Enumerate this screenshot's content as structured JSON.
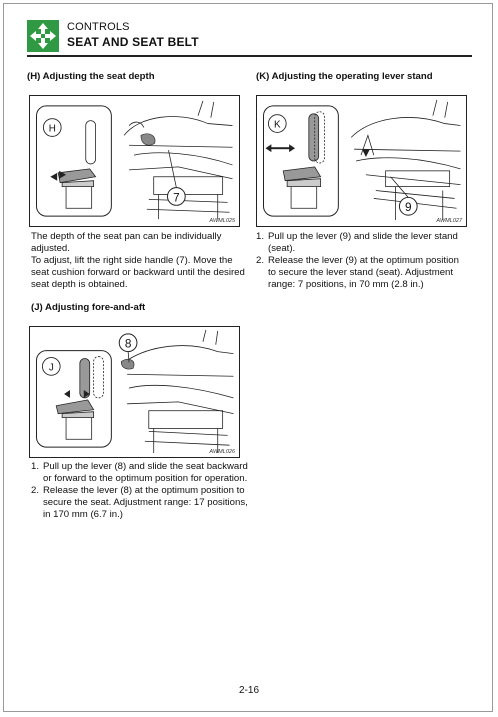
{
  "header": {
    "chapter": "CONTROLS",
    "section": "SEAT AND SEAT BELT",
    "icon": "controls-arrows-icon",
    "icon_color": "#2f9a43"
  },
  "sections": {
    "seat_depth": {
      "title": "(H) Adjusting the seat depth",
      "figure": {
        "letter": "H",
        "callout": "7",
        "code": "AWML025",
        "icon": "seat-depth-illustration"
      },
      "paragraphs": [
        "The depth of the seat pan can be individually adjusted.",
        "To adjust, lift the right side handle (7). Move the seat cushion forward or backward until the desired seat depth is obtained."
      ]
    },
    "lever_stand": {
      "title": "(K) Adjusting the operating lever stand",
      "figure": {
        "letter": "K",
        "callout": "9",
        "code": "AWML027",
        "icon": "lever-stand-illustration"
      },
      "steps": [
        "Pull up the lever (9) and slide the lever stand (seat).",
        "Release the lever (9) at the optimum position to secure the lever stand (seat). Adjustment range: 7 positions, in 70 mm (2.8 in.)"
      ]
    },
    "fore_aft": {
      "title": "(J) Adjusting fore-and-aft",
      "figure": {
        "letter": "J",
        "callout": "8",
        "code": "AWML026",
        "icon": "fore-aft-illustration"
      },
      "steps": [
        "Pull up the lever (8) and slide the seat backward or forward to the optimum position for operation.",
        "Release the lever (8) at the optimum position to secure the seat. Adjustment range: 17 positions, in 170 mm (6.7 in.)"
      ]
    }
  },
  "step_numbers": [
    "1.",
    "2."
  ],
  "page_number": "2-16"
}
